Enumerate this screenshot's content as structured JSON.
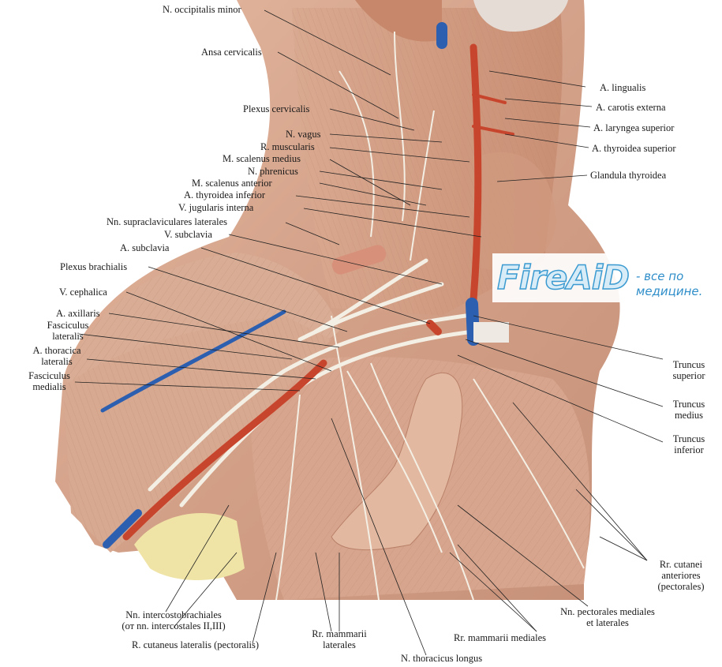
{
  "labels": {
    "n_occipitalis_minor": "N. occipitalis minor",
    "ansa_cervicalis": "Ansa cervicalis",
    "plexus_cervicalis": "Plexus cervicalis",
    "n_vagus": "N. vagus",
    "r_muscularis": "R. muscularis",
    "m_scalenus_medius": "M. scalenus medius",
    "n_phrenicus": "N. phrenicus",
    "m_scalenus_anterior": "M. scalenus anterior",
    "a_thyroidea_inferior": "A. thyroidea inferior",
    "v_jugularis_interna": "V. jugularis interna",
    "nn_supraclaviculares": "Nn. supraclaviculares laterales",
    "v_subclavia": "V. subclavia",
    "a_subclavia": "A. subclavia",
    "plexus_brachialis": "Plexus brachialis",
    "v_cephalica": "V. cephalica",
    "a_axillaris": "A. axillaris",
    "fasciculus_lateralis_1": "Fasciculus",
    "fasciculus_lateralis_2": "lateralis",
    "a_thoracica_lateralis_1": "A. thoracica",
    "a_thoracica_lateralis_2": "lateralis",
    "fasciculus_medialis_1": "Fasciculus",
    "fasciculus_medialis_2": "medialis",
    "a_lingualis": "A. lingualis",
    "a_carotis_externa": "A. carotis externa",
    "a_laryngea_superior": "A. laryngea superior",
    "a_thyroidea_superior": "A. thyroidea superior",
    "glandula_thyroidea": "Glandula thyroidea",
    "truncus_superior_1": "Truncus",
    "truncus_superior_2": "superior",
    "truncus_medius_1": "Truncus",
    "truncus_medius_2": "medius",
    "truncus_inferior_1": "Truncus",
    "truncus_inferior_2": "inferior",
    "rr_cutanei_anteriores_1": "Rr. cutanei",
    "rr_cutanei_anteriores_2": "anteriores",
    "rr_cutanei_anteriores_3": "(pectorales)",
    "nn_pectorales_1": "Nn. pectorales mediales",
    "nn_pectorales_2": "et laterales",
    "rr_mammarii_mediales": "Rr. mammarii mediales",
    "nn_intercostobrachiales_1": "Nn. intercostobrachiales",
    "nn_intercostobrachiales_2": "(от nn. intercostales II,III)",
    "r_cutaneus_lateralis": "R. cutaneus lateralis (pectoralis)",
    "rr_mammarii_laterales_1": "Rr. mammarii",
    "rr_mammarii_laterales_2": "laterales",
    "n_thoracicus_longus": "N. thoracicus longus"
  },
  "watermark": {
    "logo": "FireAiD",
    "tagline_1": "- все по",
    "tagline_2": "медицине."
  },
  "colors": {
    "muscle": "#d9a98f",
    "muscle_shadow": "#b9826a",
    "artery": "#c8452d",
    "vein": "#2c5fb0",
    "nerve": "#f3efe6",
    "fat": "#efe6a8",
    "line": "#222222"
  }
}
